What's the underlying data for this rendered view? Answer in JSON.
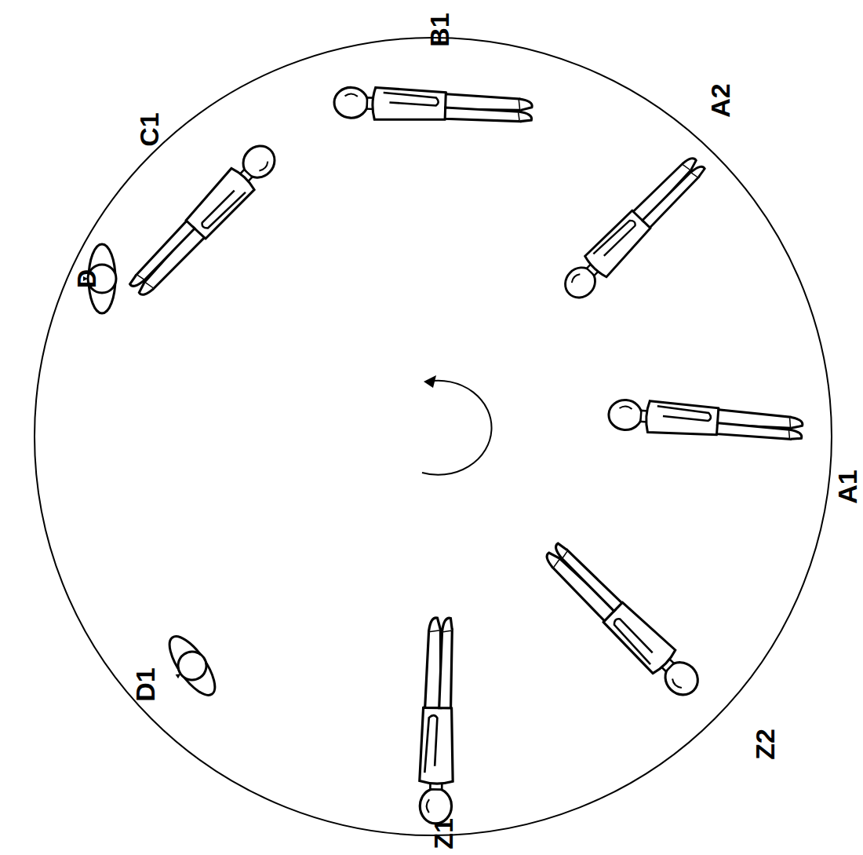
{
  "diagram": {
    "labels": [
      "D",
      "C1",
      "B1",
      "A2",
      "A1",
      "Z2",
      "Z1",
      "D1"
    ]
  }
}
